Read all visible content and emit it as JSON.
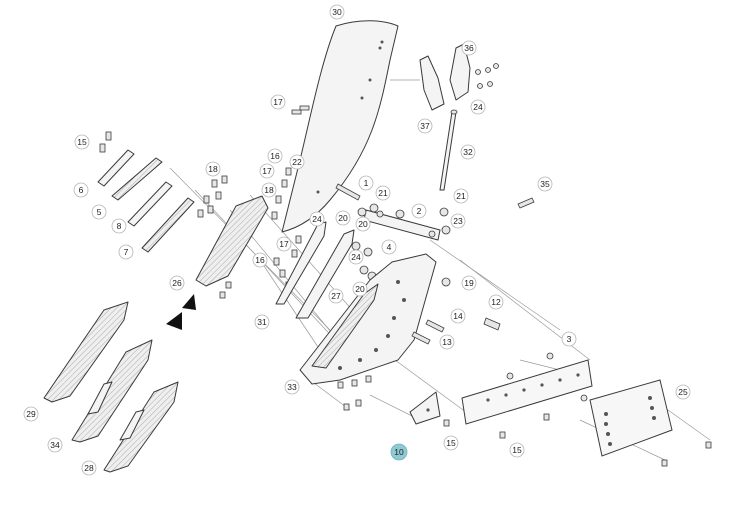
{
  "callouts": [
    {
      "id": "c30",
      "label": "30"
    },
    {
      "id": "c36",
      "label": "36"
    },
    {
      "id": "c24a",
      "label": "24"
    },
    {
      "id": "c37",
      "label": "37"
    },
    {
      "id": "c17a",
      "label": "17"
    },
    {
      "id": "c32",
      "label": "32"
    },
    {
      "id": "c15a",
      "label": "15"
    },
    {
      "id": "c6",
      "label": "6"
    },
    {
      "id": "c5",
      "label": "5"
    },
    {
      "id": "c8",
      "label": "8"
    },
    {
      "id": "c7",
      "label": "7"
    },
    {
      "id": "c18a",
      "label": "18"
    },
    {
      "id": "c16a",
      "label": "16"
    },
    {
      "id": "c17b",
      "label": "17"
    },
    {
      "id": "c22",
      "label": "22"
    },
    {
      "id": "c18b",
      "label": "18"
    },
    {
      "id": "c1",
      "label": "1"
    },
    {
      "id": "c21a",
      "label": "21"
    },
    {
      "id": "c21b",
      "label": "21"
    },
    {
      "id": "c35",
      "label": "35"
    },
    {
      "id": "c2",
      "label": "2"
    },
    {
      "id": "c23",
      "label": "23"
    },
    {
      "id": "c24b",
      "label": "24"
    },
    {
      "id": "c20a",
      "label": "20"
    },
    {
      "id": "c20b",
      "label": "20"
    },
    {
      "id": "c17c",
      "label": "17"
    },
    {
      "id": "c4",
      "label": "4"
    },
    {
      "id": "c24c",
      "label": "24"
    },
    {
      "id": "c16b",
      "label": "16"
    },
    {
      "id": "c26",
      "label": "26"
    },
    {
      "id": "c19",
      "label": "19"
    },
    {
      "id": "c27",
      "label": "27"
    },
    {
      "id": "c20c",
      "label": "20"
    },
    {
      "id": "c12",
      "label": "12"
    },
    {
      "id": "c31",
      "label": "31"
    },
    {
      "id": "c14",
      "label": "14"
    },
    {
      "id": "c13",
      "label": "13"
    },
    {
      "id": "c3",
      "label": "3"
    },
    {
      "id": "c29",
      "label": "29"
    },
    {
      "id": "c33",
      "label": "33"
    },
    {
      "id": "c25",
      "label": "25"
    },
    {
      "id": "c34",
      "label": "34"
    },
    {
      "id": "c15b",
      "label": "15"
    },
    {
      "id": "c15c",
      "label": "15"
    },
    {
      "id": "c10",
      "label": "10",
      "highlight": true
    },
    {
      "id": "c28",
      "label": "28"
    }
  ],
  "colors": {
    "highlight": "#8fc9d3",
    "line": "#3a3a3a",
    "leader": "#9a9a9a"
  }
}
